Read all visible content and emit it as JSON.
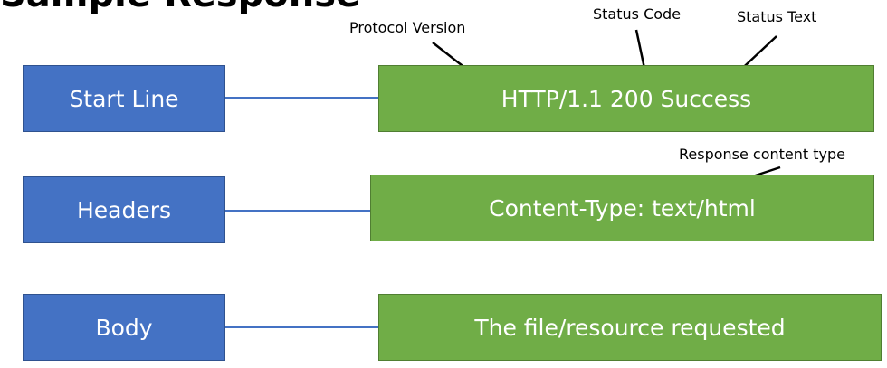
{
  "title": "Sample Response",
  "rows": [
    {
      "label": "Start Line",
      "value": "HTTP/1.1  200 Success"
    },
    {
      "label": "Headers",
      "value": "Content-Type: text/html"
    },
    {
      "label": "Body",
      "value": "The file/resource requested"
    }
  ],
  "annotations": {
    "protocol_version": "Protocol Version",
    "status_code": "Status Code",
    "status_text": "Status Text",
    "content_type": "Response content type"
  },
  "colors": {
    "label_box": "#4472c4",
    "value_box": "#70ad47",
    "connector": "#4472c4"
  }
}
